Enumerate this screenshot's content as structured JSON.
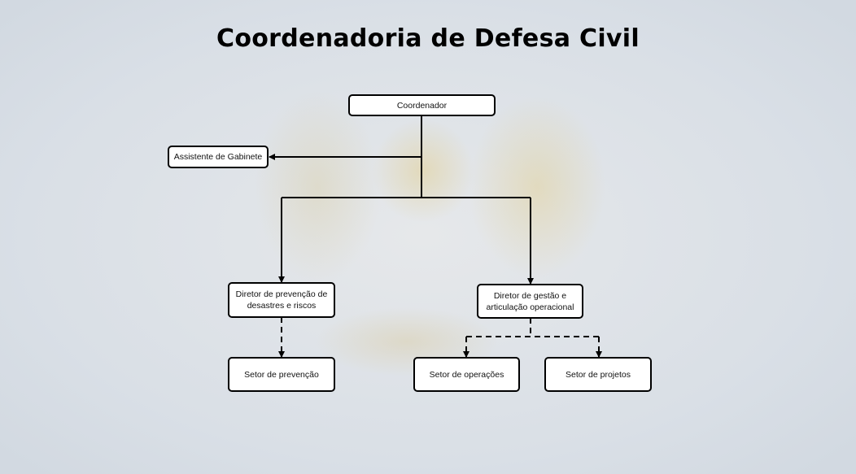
{
  "title": "Coordenadoria de Defesa Civil",
  "nodes": {
    "coordenador": "Coordenador",
    "assistente": "Assistente de Gabinete",
    "diretor_prevencao": "Diretor de prevenção de desastres e riscos",
    "diretor_gestao": "Diretor de gestão e articulação operacional",
    "setor_prevencao": "Setor de prevenção",
    "setor_operacoes": "Setor de operações",
    "setor_projetos": "Setor de projetos"
  }
}
